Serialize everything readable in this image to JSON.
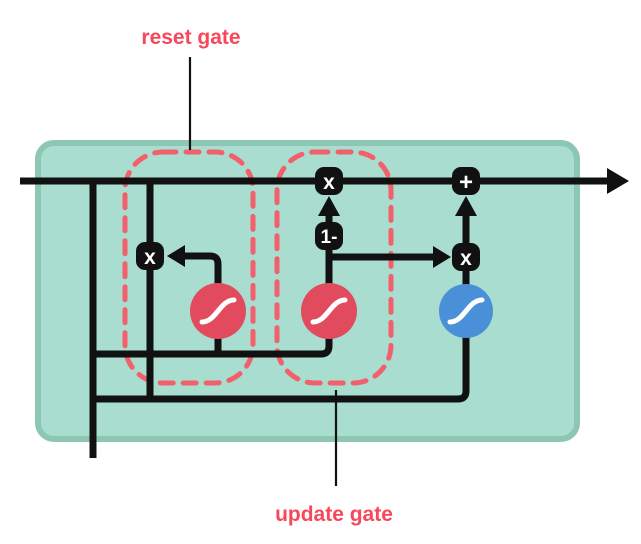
{
  "labels": {
    "reset_gate": "reset gate",
    "update_gate": "update gate"
  },
  "operators": {
    "reset_multiply": "x",
    "hidden_multiply": "x",
    "one_minus": "1-",
    "add": "+",
    "candidate_multiply": "x"
  },
  "colors": {
    "cell_fill": "#a8ddcf",
    "cell_border": "#8ec6b4",
    "wire": "#111111",
    "operator_box": "#111111",
    "operator_glyph": "#ffffff",
    "gate_outline": "#f2606c",
    "sigmoid_node": "#e24a5e",
    "tanh_node": "#4a90d8",
    "activation_curve": "#ffffff",
    "label_text": "#f8475a",
    "pointer_line": "#111111"
  }
}
